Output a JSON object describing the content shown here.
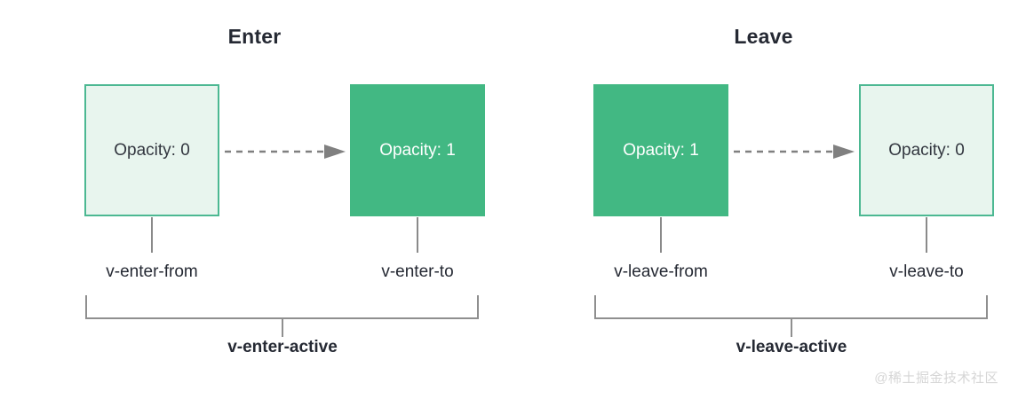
{
  "sections": [
    {
      "title": "Enter",
      "boxes": [
        {
          "text": "Opacity: 0",
          "style": "faded"
        },
        {
          "text": "Opacity: 1",
          "style": "solid"
        }
      ],
      "state_labels": [
        "v-enter-from",
        "v-enter-to"
      ],
      "bracket_label": "v-enter-active"
    },
    {
      "title": "Leave",
      "boxes": [
        {
          "text": "Opacity: 1",
          "style": "solid"
        },
        {
          "text": "Opacity: 0",
          "style": "faded"
        }
      ],
      "state_labels": [
        "v-leave-from",
        "v-leave-to"
      ],
      "bracket_label": "v-leave-active"
    }
  ],
  "watermark": "@稀土掘金技术社区",
  "colors": {
    "solid_green": "#42b883",
    "faded_green_fill": "#e8f5ee",
    "faded_green_border": "#4cb892",
    "text_dark": "#252933",
    "line_gray": "#8f8f8f",
    "arrow_gray": "#808080",
    "watermark_gray": "#d6d6d6"
  }
}
